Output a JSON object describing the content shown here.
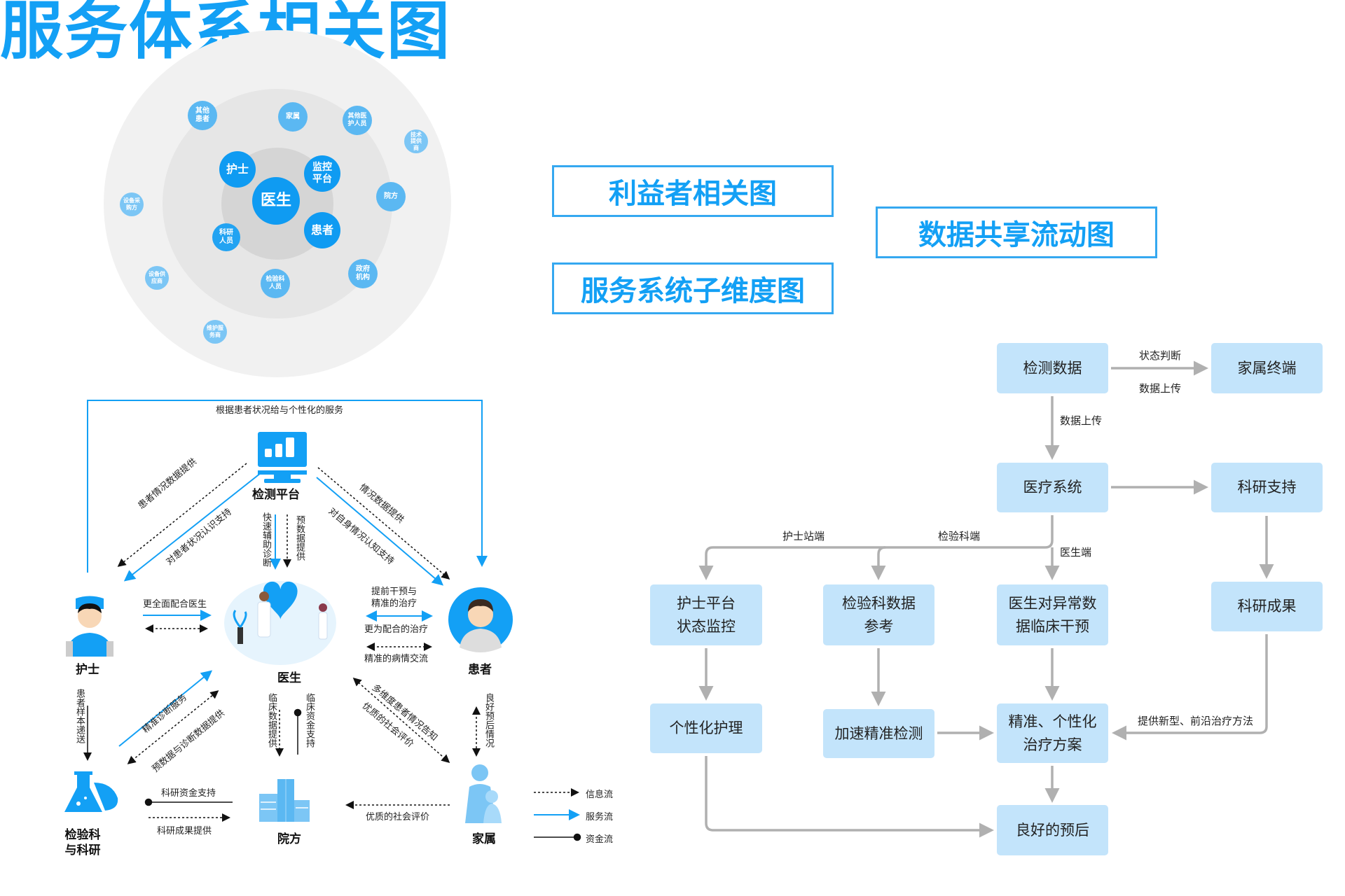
{
  "title": "服务体系相关图",
  "nav_buttons": [
    "利益者相关图",
    "数据共享流动图",
    "服务系统子维度图"
  ],
  "colors": {
    "accent": "#13a0f5",
    "node_core": "#0f9bf2",
    "node_mid": "#5bb8f2",
    "node_outer": "#7cc6f5",
    "ring_outer": "#f1f1f1",
    "ring_mid": "#e5e5e5",
    "ring_inner": "#d4d4d4",
    "flow_box": "#c3e4fb",
    "flow_arrow": "#b0b0b0"
  },
  "circle": {
    "center": "医生",
    "core": [
      "护士",
      "监控平台",
      "患者",
      "科研人员"
    ],
    "middle": [
      "其他患者",
      "家属",
      "其他医护人员",
      "院方",
      "政府机构",
      "检验科人员"
    ],
    "outer": [
      "技术提供商",
      "设备采购方",
      "设备供应商",
      "维护服务商"
    ]
  },
  "stakeholder": {
    "nodes": {
      "platform": "检测平台",
      "nurse": "护士",
      "doctor": "医生",
      "patient": "患者",
      "lab": "检验科与科研",
      "hospital": "院方",
      "family": "家属"
    },
    "top_loop": "根据患者状况给与个性化的服务",
    "edges": {
      "platform_nurse_info": "患者情况数据提供",
      "platform_nurse_service": "对患者状况认识支持",
      "platform_doctor_service": "快速辅助诊断",
      "platform_doctor_info": "预数据提供",
      "platform_patient_info": "情况数据提供",
      "platform_patient_service": "对自身情况认知支持",
      "nurse_doctor": "更全面配合医生",
      "doctor_patient_1": "提前干预与精准的治疗",
      "doctor_patient_2": "更为配合的治疗",
      "doctor_patient_3": "精准的病情交流",
      "nurse_lab": "患者样本递送",
      "lab_doctor_service": "精准诊断服务",
      "lab_doctor_info": "预数据与诊断数据提供",
      "doctor_hospital_info": "临床数据提供",
      "hospital_doctor_fund": "临床资金支持",
      "patient_doctor_1": "多维度患者情况告知",
      "patient_doctor_2": "优质的社会评价",
      "patient_family": "良好预后情况",
      "lab_hospital_fund": "科研资金支持",
      "lab_hospital_info": "科研成果提供",
      "family_hospital": "优质的社会评价"
    },
    "legend": [
      "信息流",
      "服务流",
      "资金流"
    ]
  },
  "flowchart": {
    "boxes": {
      "detect": "检测数据",
      "family_terminal": "家属终端",
      "medical_system": "医疗系统",
      "research_support": "科研支持",
      "nurse_platform": "护士平台\n状态监控",
      "lab_data": "检验科数据\n参考",
      "doctor_intervene": "医生对异常数\n据临床干预",
      "research_result": "科研成果",
      "personal_care": "个性化护理",
      "fast_detect": "加速精准检测",
      "precise_plan": "精准、个性化\n治疗方案",
      "prognosis": "良好的预后"
    },
    "labels": {
      "state_judge": "状态判断",
      "upload_right": "数据上传",
      "upload_down": "数据上传",
      "nurse_end": "护士站端",
      "lab_end": "检验科端",
      "doctor_end": "医生端",
      "new_method": "提供新型、前沿治疗方法"
    }
  }
}
